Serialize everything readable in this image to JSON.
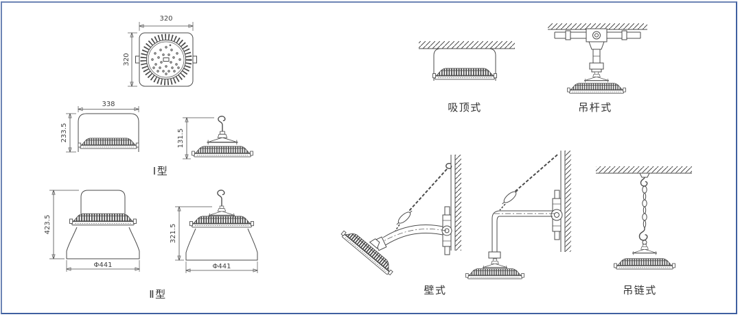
{
  "page": {
    "background": "#ffffff",
    "border_color": "#3f5fa0",
    "line_color": "#4a4a4a"
  },
  "top_view": {
    "width_dim": "320",
    "height_dim": "320"
  },
  "type1": {
    "label": "Ⅰ型",
    "front_width_dim": "338",
    "front_height_dim": "233.5",
    "hook_height_dim": "131.5"
  },
  "type2": {
    "label": "Ⅱ型",
    "front_height_dim": "423.5",
    "front_diameter_dim": "Φ441",
    "hook_height_dim": "321.5",
    "hook_diameter_dim": "Φ441"
  },
  "mounting_styles": {
    "ceiling": "吸顶式",
    "rod": "吊杆式",
    "wall": "壁式",
    "chain": "吊链式"
  }
}
